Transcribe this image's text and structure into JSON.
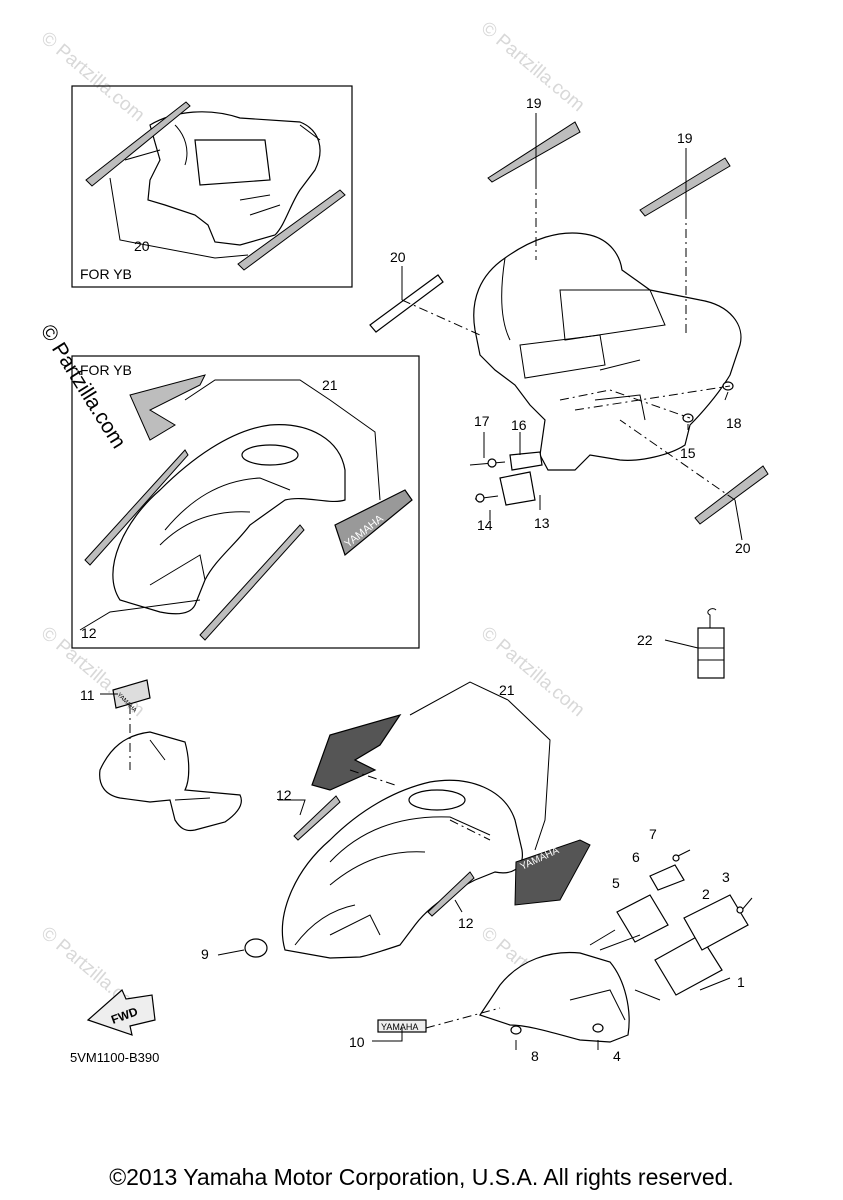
{
  "watermark": {
    "text": "© Partzilla.com",
    "dark_text": "© Partzilla.com"
  },
  "insets": {
    "top": {
      "caption": "FOR YB",
      "callouts": [
        "20"
      ]
    },
    "middle": {
      "caption": "FOR YB",
      "callouts": [
        "21",
        "12"
      ]
    }
  },
  "callouts": [
    "1",
    "2",
    "3",
    "4",
    "5",
    "6",
    "7",
    "8",
    "9",
    "10",
    "11",
    "12",
    "12",
    "13",
    "14",
    "15",
    "16",
    "17",
    "18",
    "19",
    "19",
    "20",
    "20",
    "21",
    "22"
  ],
  "decal_texts": {
    "yamaha_side": "YAMAHA",
    "yamaha_small": "YAMAHA",
    "yamaha_front": "YAMAHA",
    "yamaha_inset": "YAMAHA",
    "fwd": "FWD"
  },
  "diagram_code": "5VM1100-B390",
  "copyright": "©2013 Yamaha Motor Corporation, U.S.A. All rights reserved."
}
